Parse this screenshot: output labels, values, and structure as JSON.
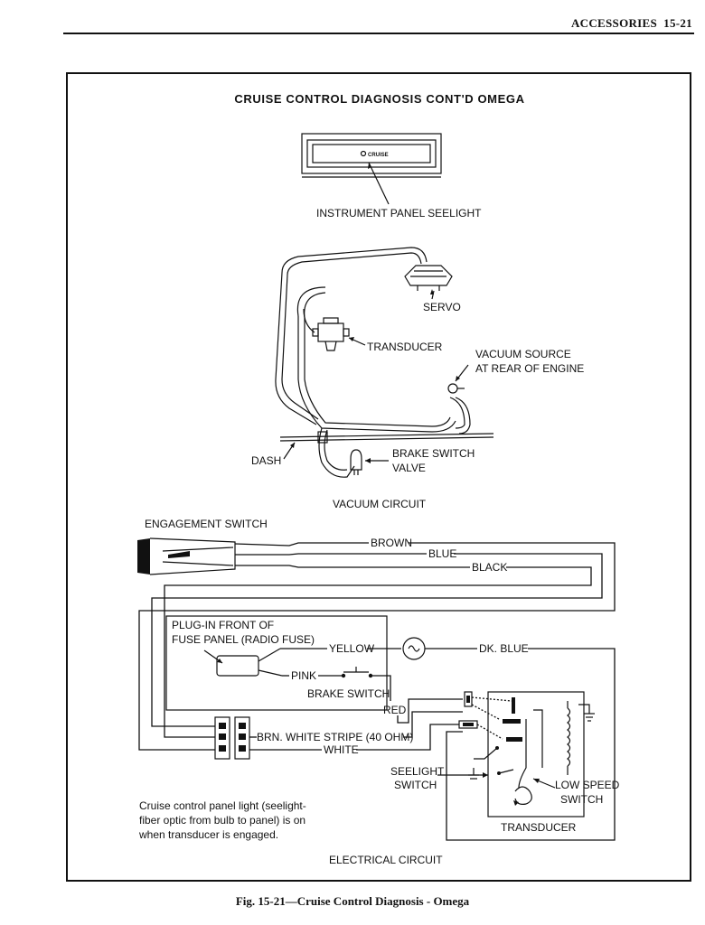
{
  "header": {
    "section": "ACCESSORIES",
    "page": "15-21"
  },
  "diagram": {
    "title": "CRUISE CONTROL DIAGNOSIS CONT'D OMEGA",
    "seelight_badge": "CRUISE",
    "instrument_panel_seelight": "INSTRUMENT PANEL SEELIGHT",
    "servo": "SERVO",
    "transducer": "TRANSDUCER",
    "vacuum_source_1": "VACUUM SOURCE",
    "vacuum_source_2": "AT REAR OF ENGINE",
    "dash": "DASH",
    "brake_switch_valve_1": "BRAKE SWITCH",
    "brake_switch_valve_2": "VALVE",
    "vacuum_circuit": "VACUUM CIRCUIT",
    "engagement_switch": "ENGAGEMENT SWITCH",
    "wire_brown": "BROWN",
    "wire_blue": "BLUE",
    "wire_black": "BLACK",
    "plug_in_1": "PLUG-IN FRONT OF",
    "plug_in_2": "FUSE PANEL (RADIO FUSE)",
    "wire_yellow": "YELLOW",
    "wire_dk_blue": "DK. BLUE",
    "wire_pink": "PINK",
    "brake_switch": "BRAKE SWITCH",
    "wire_red": "RED",
    "wire_brn_white": "BRN. WHITE STRIPE (40 OHM)",
    "wire_white": "WHITE",
    "seelight_switch_1": "SEELIGHT",
    "seelight_switch_2": "SWITCH",
    "low_speed_switch_1": "LOW SPEED",
    "low_speed_switch_2": "SWITCH",
    "transducer_box": "TRANSDUCER",
    "note_1": "Cruise control panel light (seelight-",
    "note_2": "fiber optic from bulb to panel) is on",
    "note_3": "when transducer is engaged.",
    "electrical_circuit": "ELECTRICAL CIRCUIT"
  },
  "caption": "Fig. 15-21—Cruise Control Diagnosis - Omega"
}
